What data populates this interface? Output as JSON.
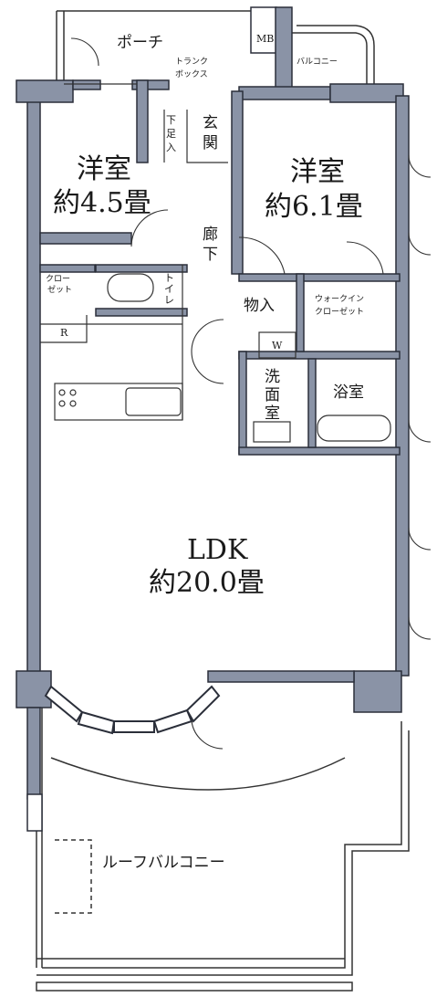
{
  "rooms": {
    "western_small_name": "洋室",
    "western_small_size": "約4.5畳",
    "western_large_name": "洋室",
    "western_large_size": "約6.1畳",
    "ldk_name": "LDK",
    "ldk_size": "約20.0畳",
    "porch": "ポーチ",
    "mb": "MB",
    "trunk_line1": "トランク",
    "trunk_line2": "ボックス",
    "balcony": "バルコニー",
    "shoe_line1": "下",
    "shoe_line2": "足",
    "shoe_line3": "入",
    "entrance_line1": "玄",
    "entrance_line2": "関",
    "hallway_line1": "廊",
    "hallway_line2": "下",
    "closet_line1": "クロー",
    "closet_line2": "ゼット",
    "toilet_line1": "ト",
    "toilet_line2": "イ",
    "toilet_line3": "レ",
    "storage": "物入",
    "walkin_line1": "ウォークイン",
    "walkin_line2": "クローゼット",
    "washer": "W",
    "fridge": "R",
    "washroom_line1": "洗",
    "washroom_line2": "面",
    "washroom_line3": "室",
    "bathroom": "浴室",
    "roof_balcony": "ルーフバルコニー"
  },
  "colors": {
    "wall": "#8a93a6",
    "wall_dark": "#2b2f3a",
    "line": "#333333",
    "background": "#ffffff"
  }
}
